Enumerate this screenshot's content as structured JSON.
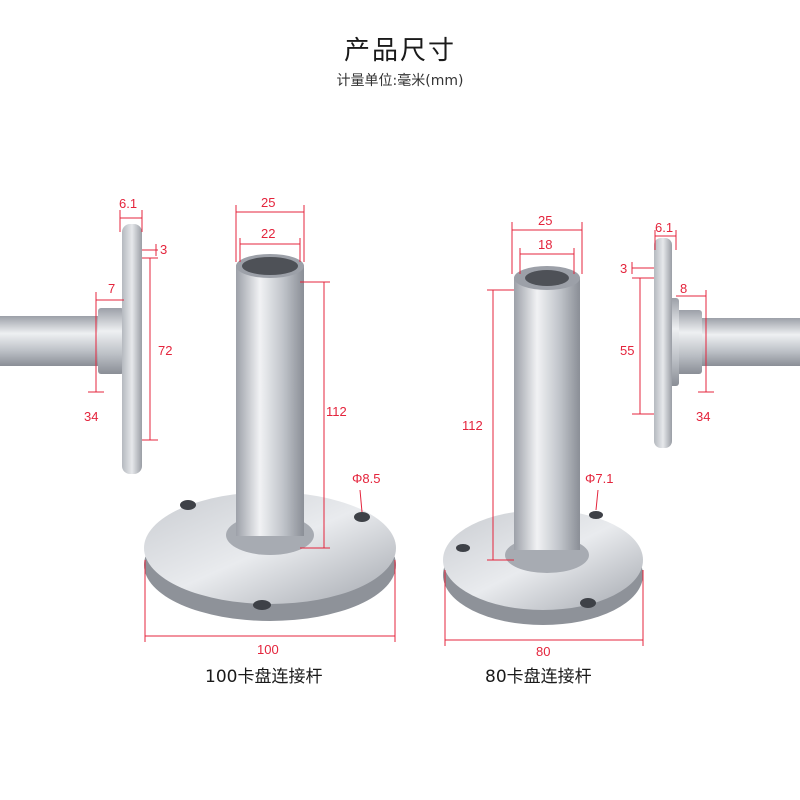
{
  "header": {
    "title": "产品尺寸",
    "subtitle": "计量单位:毫米(mm)"
  },
  "products": [
    {
      "caption": "100卡盘连接杆",
      "side_dims": {
        "flange_thickness": "6.1",
        "step": "3",
        "shaft": "7",
        "flange_height": "72",
        "hub": "34"
      },
      "front_dims": {
        "outer_tube": "25",
        "inner_tube": "22",
        "height": "112",
        "hole": "Φ8.5",
        "base": "100"
      }
    },
    {
      "caption": "80卡盘连接杆",
      "side_dims": {
        "flange_thickness": "6.1",
        "step": "3",
        "shaft": "8",
        "flange_height": "55",
        "hub": "34"
      },
      "front_dims": {
        "outer_tube": "25",
        "inner_tube": "18",
        "height": "112",
        "hole": "Φ7.1",
        "base": "80"
      }
    }
  ],
  "colors": {
    "dimension": "#e4243c",
    "metal_light": "#e8eaee",
    "metal_dark": "#8a8e96"
  }
}
